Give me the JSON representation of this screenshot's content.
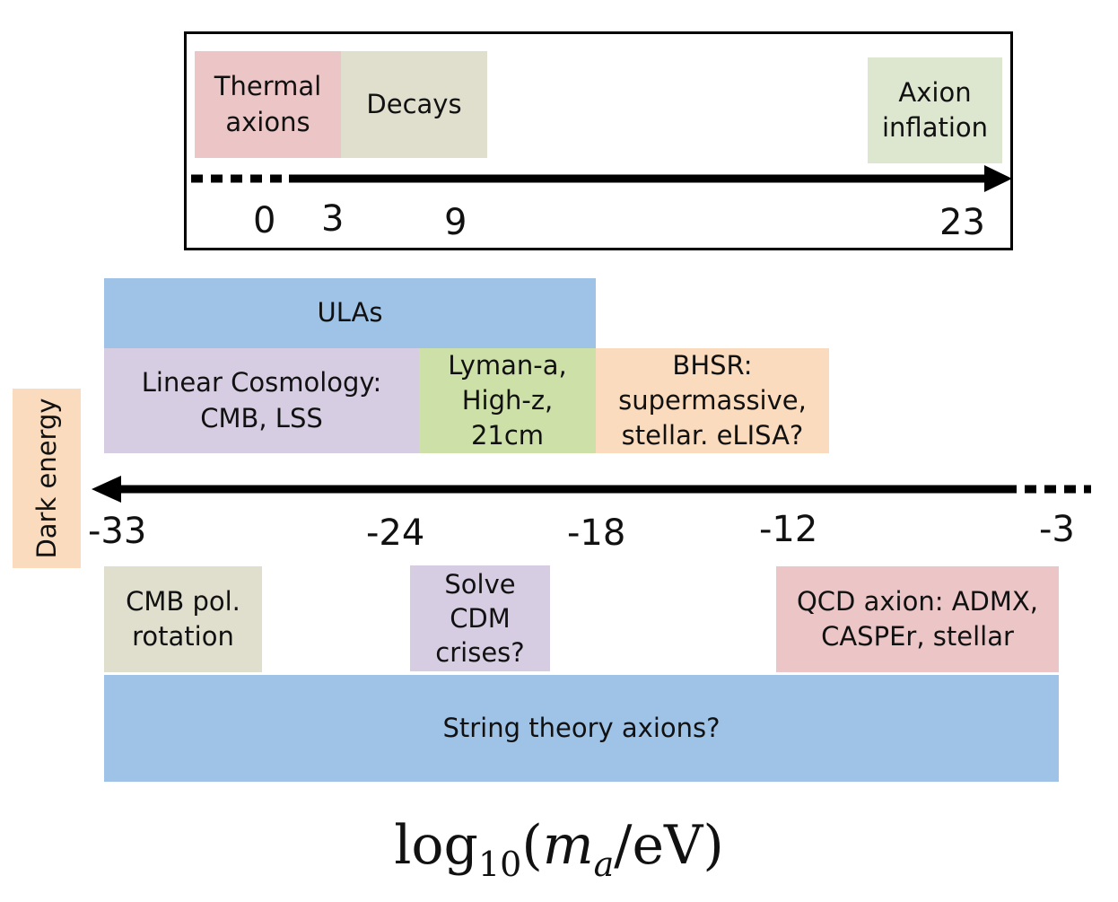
{
  "top_panel": {
    "boxes": [
      {
        "id": "thermal",
        "lines": [
          "Thermal",
          "axions"
        ],
        "color": "#ecc6c6"
      },
      {
        "id": "decays",
        "lines": [
          "Decays"
        ],
        "color": "#e0dfcd"
      },
      {
        "id": "axion_inflation",
        "lines": [
          "Axion",
          "inflation"
        ],
        "color": "#dde6cf"
      }
    ],
    "ticks": [
      "0",
      "3",
      "9",
      "23"
    ]
  },
  "main_panel": {
    "boxes": [
      {
        "id": "ulas",
        "lines": [
          "ULAs"
        ],
        "color": "#9fc3e7"
      },
      {
        "id": "linear_cosmology",
        "lines": [
          "Linear Cosmology:",
          "CMB, LSS"
        ],
        "color": "#d6cde2"
      },
      {
        "id": "lyman",
        "lines": [
          "Lyman-a,",
          "High-z,",
          "21cm"
        ],
        "color": "#cde0a8"
      },
      {
        "id": "bhsr",
        "lines": [
          "BHSR:",
          "supermassive,",
          "stellar. eLISA?"
        ],
        "color": "#fbdbbd"
      },
      {
        "id": "cmb_pol",
        "lines": [
          "CMB pol.",
          "rotation"
        ],
        "color": "#e0dfcd"
      },
      {
        "id": "solve_cdm",
        "lines": [
          "Solve",
          "CDM",
          "crises?"
        ],
        "color": "#d6cde2"
      },
      {
        "id": "qcd_axion",
        "lines": [
          "QCD axion: ADMX,",
          "CASPEr, stellar"
        ],
        "color": "#ecc6c6"
      },
      {
        "id": "string_theory",
        "lines": [
          "String theory axions?"
        ],
        "color": "#9fc3e7"
      }
    ],
    "ticks": [
      "-33",
      "-24",
      "-18",
      "-12",
      "-3"
    ],
    "dark_energy": {
      "label": "Dark energy",
      "color": "#fbdbbd"
    }
  },
  "axis_label": {
    "base": "log",
    "base_sub": "10",
    "open": "(",
    "m": "m",
    "m_sub": "a",
    "rest": "/eV)"
  }
}
